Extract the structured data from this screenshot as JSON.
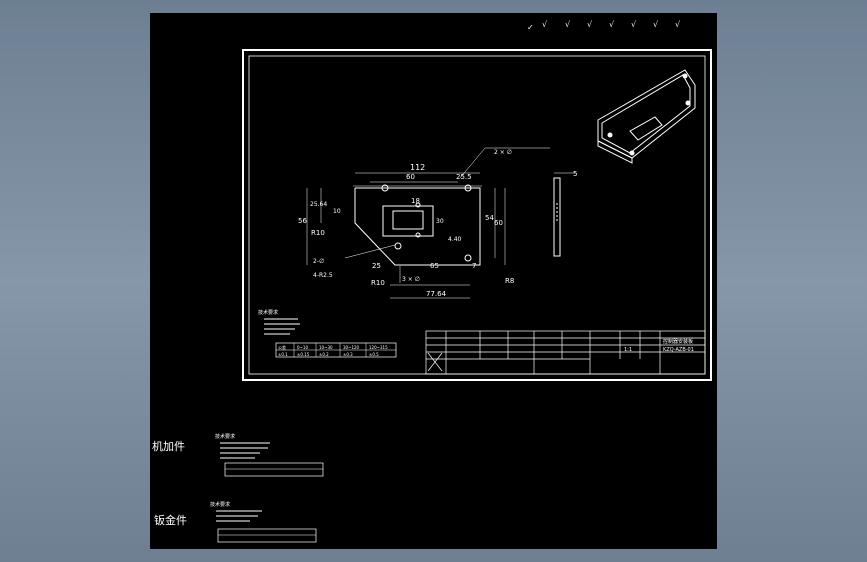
{
  "surface_symbols": [
    "✓",
    "√",
    "√",
    "√",
    "√",
    "√",
    "√",
    "√"
  ],
  "dims": {
    "overall_width": "112",
    "top_width": "60",
    "right_top": "25.5",
    "slot_width": "18",
    "height_left": "56",
    "offset_left": "25.64",
    "small": "10",
    "radius_left": "R10",
    "slot_h": "30",
    "right_h1": "54",
    "right_h2": "60",
    "slot_depth": "4.40",
    "bottom_left": "25",
    "bottom_mid": "65",
    "bottom_right": "7",
    "radius_bl": "R10",
    "radius_br": "R8",
    "overall_bottom": "77.64",
    "hole_note_left": "4-R2.5",
    "hole_note_2": "2-∅",
    "hole_note_top": "2 × ∅",
    "hole_note_bottom": "3 × ∅",
    "thickness": "5"
  },
  "notes_title": "技术要求",
  "table1_row1": [
    "公差",
    "0~10",
    "10~30",
    "30~120",
    "120~315"
  ],
  "table1_row2": [
    "±0.1",
    "±0.15",
    "±0.2",
    "±0.3",
    "±0.5"
  ],
  "side_label_1": "机加件",
  "side_label_2": "钣金件",
  "block1_title": "技术要求",
  "block2_title": "技术要求",
  "title_block_name": "控制器安装板",
  "title_block_code": "KZQ-AZB-01",
  "title_block_scale": "1:1",
  "colors": {
    "background": "#000000",
    "lines": "#ffffff",
    "frame": "#ffffff"
  }
}
